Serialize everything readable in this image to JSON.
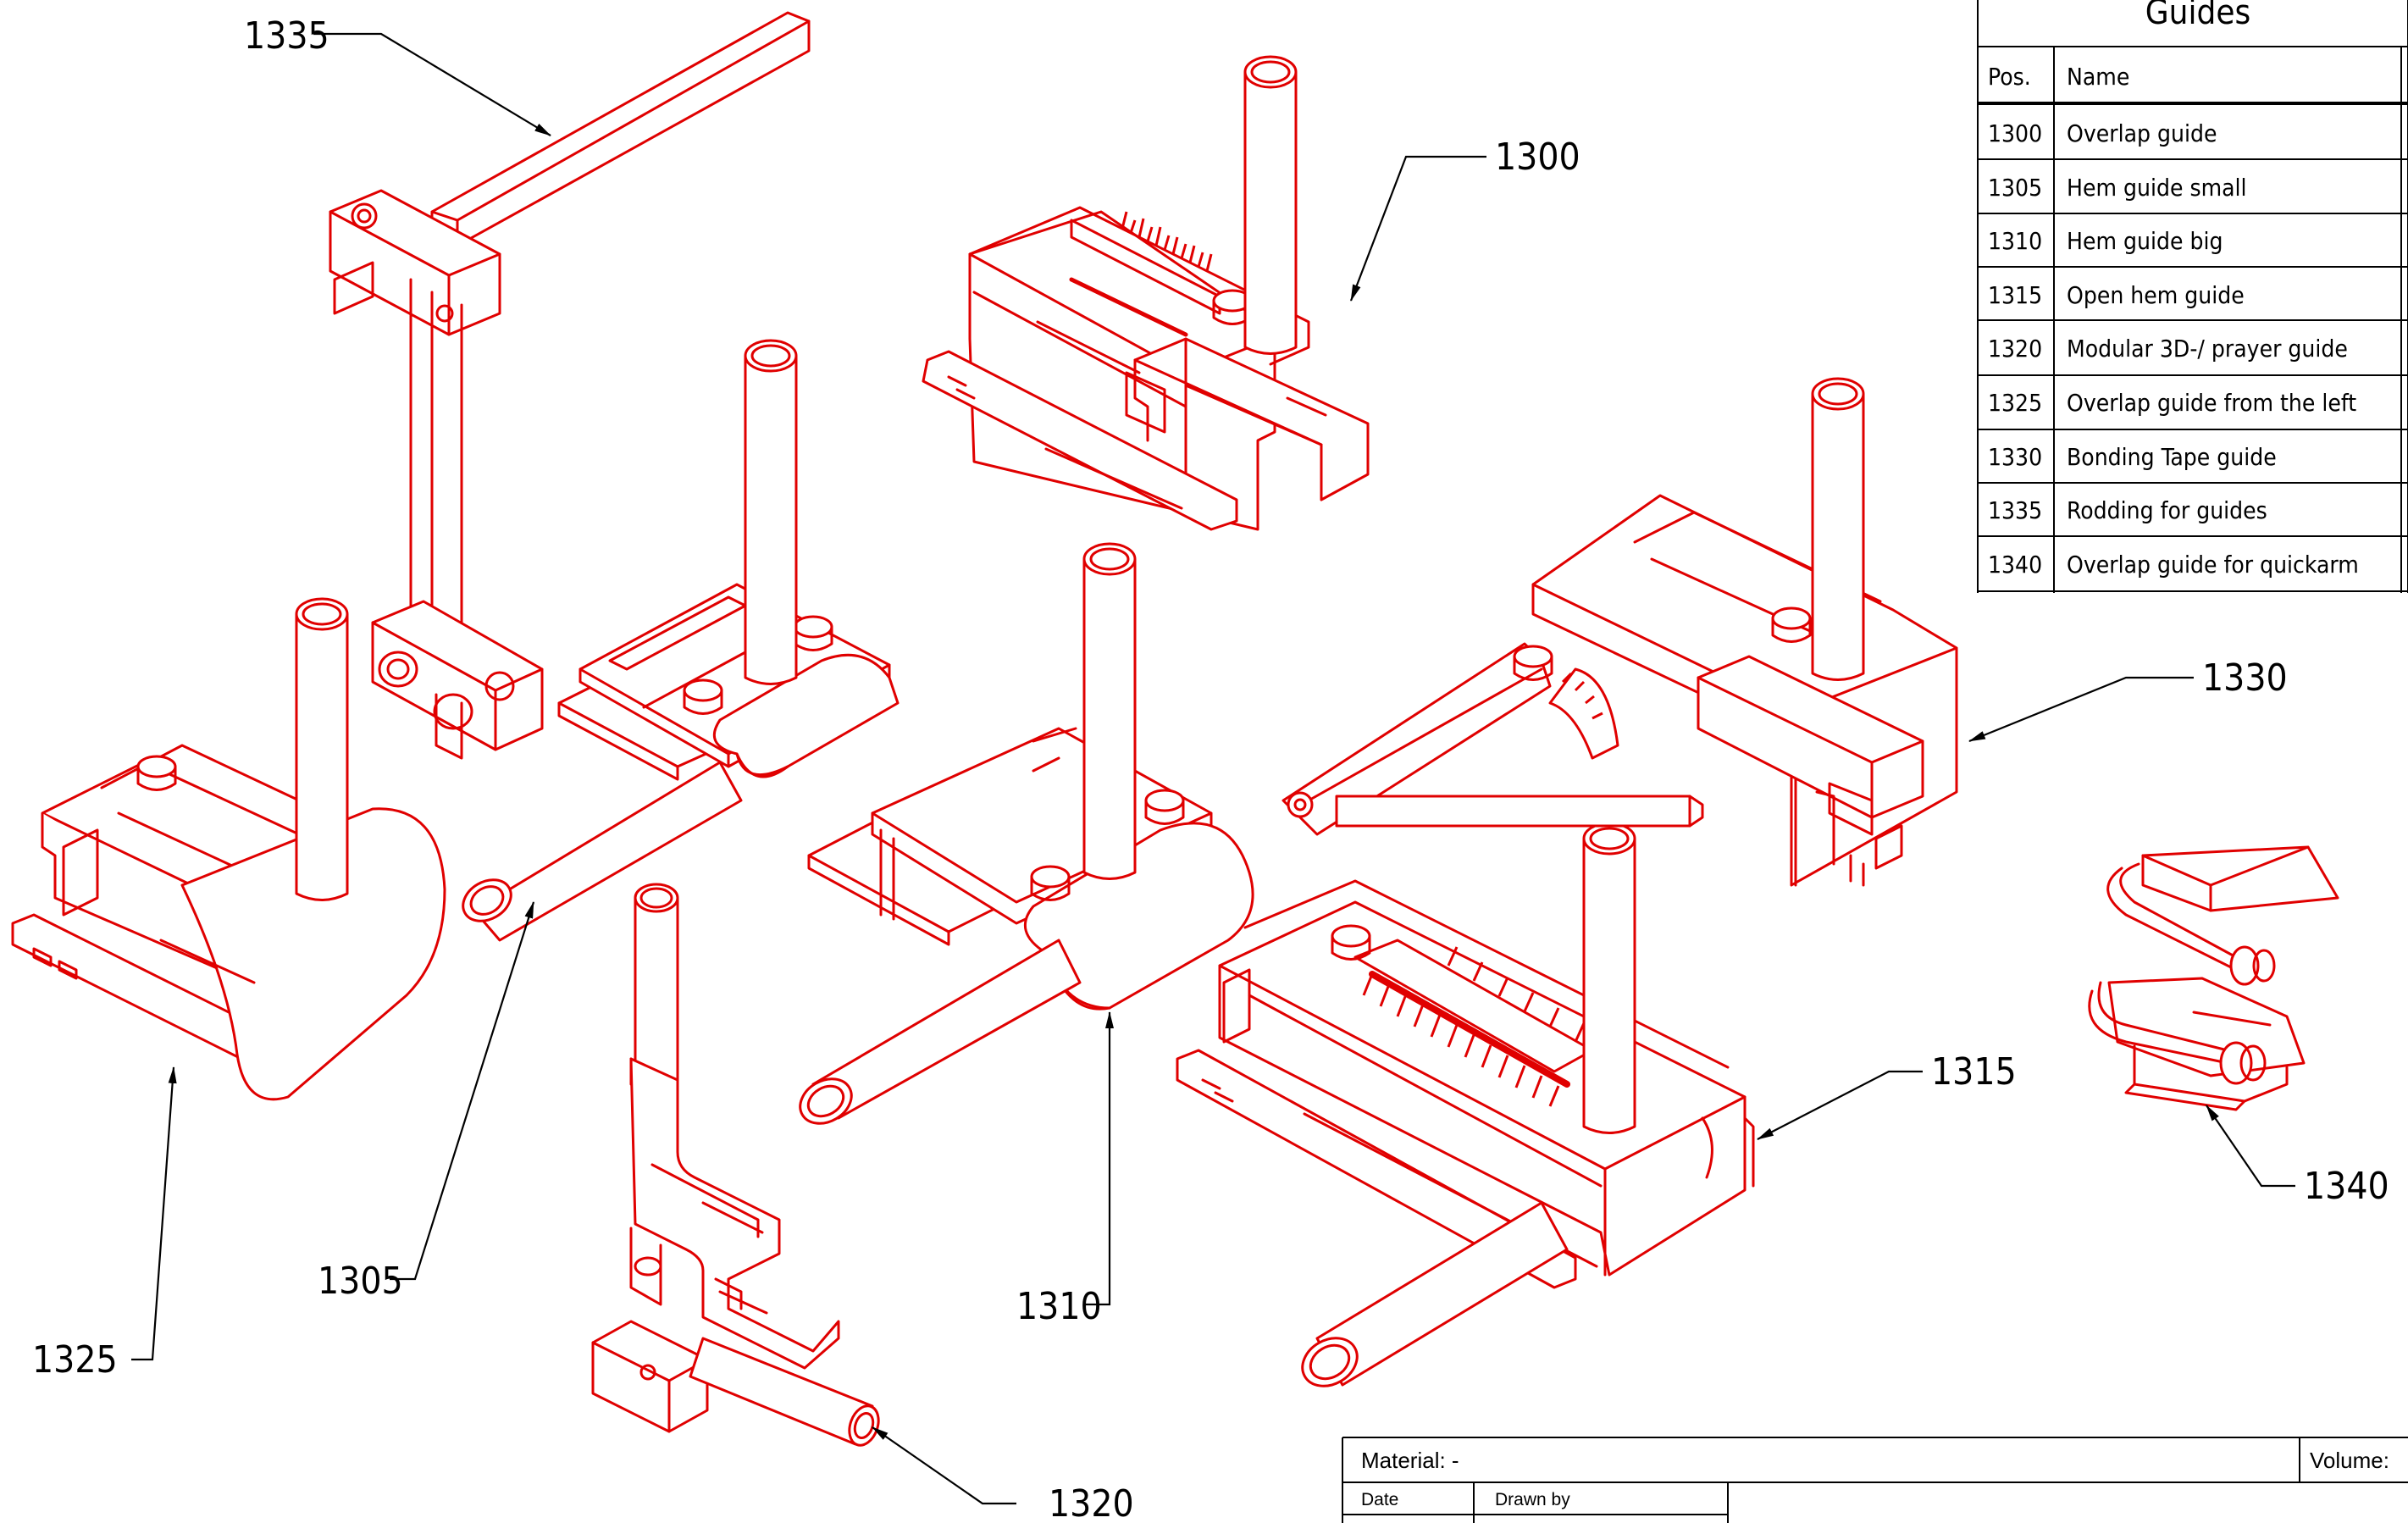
{
  "callouts": {
    "c1335": "1335",
    "c1300": "1300",
    "c1330": "1330",
    "c1315": "1315",
    "c1340": "1340",
    "c1325": "1325",
    "c1305": "1305",
    "c1310": "1310",
    "c1320": "1320"
  },
  "parts_table": {
    "title": "Guides",
    "headers": {
      "pos": "Pos.",
      "name": "Name"
    },
    "rows": [
      {
        "pos": "1300",
        "name": "Overlap guide"
      },
      {
        "pos": "1305",
        "name": "Hem guide small"
      },
      {
        "pos": "1310",
        "name": "Hem guide big"
      },
      {
        "pos": "1315",
        "name": "Open hem guide"
      },
      {
        "pos": "1320",
        "name": "Modular 3D-/ prayer guide"
      },
      {
        "pos": "1325",
        "name": "Overlap guide from the left"
      },
      {
        "pos": "1330",
        "name": "Bonding Tape guide"
      },
      {
        "pos": "1335",
        "name": "Rodding for guides"
      },
      {
        "pos": "1340",
        "name": "Overlap guide for quickarm"
      }
    ]
  },
  "title_block": {
    "material": "Material:  -",
    "volume": "Volume:",
    "date_label": "Date",
    "drawn_by_label": "Drawn by"
  },
  "colors": {
    "part_line": "#e00000",
    "annotation": "#000000"
  }
}
